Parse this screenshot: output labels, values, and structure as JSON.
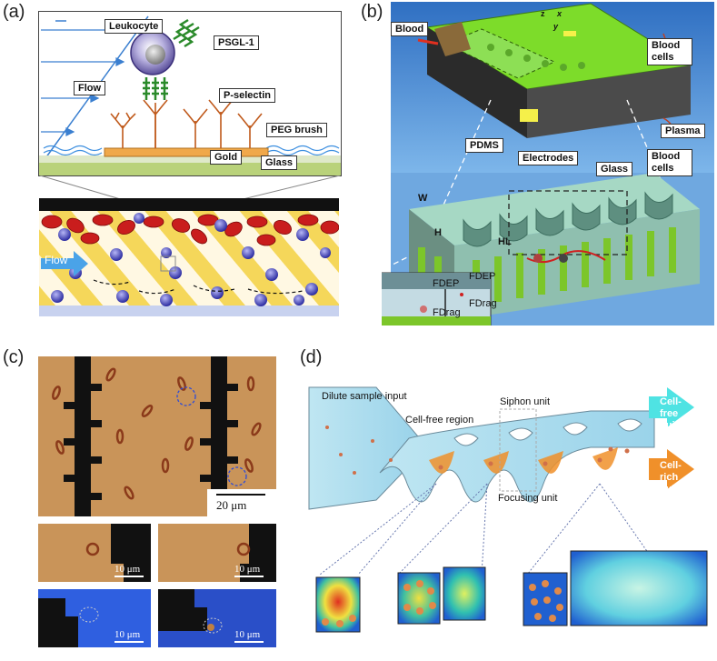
{
  "panels": {
    "a": {
      "tag": "(a)",
      "labels": {
        "leukocyte": "Leukocyte",
        "psgl": "PSGL-1",
        "flow_top": "Flow",
        "pselectin": "P-selectin",
        "peg": "PEG brush",
        "gold": "Gold",
        "glass": "Glass",
        "flow_bottom": "Flow"
      }
    },
    "b": {
      "tag": "(b)",
      "labels": {
        "blood": "Blood",
        "blood_cells_top": "Blood cells",
        "plasma": "Plasma",
        "pdms": "PDMS",
        "electrodes": "Electrodes",
        "glass": "Glass",
        "blood_cells_bottom": "Blood cells",
        "w": "W",
        "h": "H",
        "hl": "HL",
        "fdep_left": "FDEP",
        "fdrag_left": "FDrag",
        "fdep_right": "FDEP",
        "fdrag_right": "FDrag",
        "axis_x": "x",
        "axis_y": "y",
        "axis_z": "z"
      }
    },
    "c": {
      "tag": "(c)",
      "scales": {
        "main": "20 μm",
        "small1": "10 μm",
        "small2": "10 μm",
        "small3": "10 μm",
        "small4": "10 μm"
      }
    },
    "d": {
      "tag": "(d)",
      "labels": {
        "dilute": "Dilute sample input",
        "siphon": "Siphon unit",
        "cellfree_region": "Cell-free region",
        "cellfree_fluid": "Cell-free fluid",
        "cellrich_fluid": "Cell-rich fluid",
        "focusing": "Focusing unit"
      }
    }
  },
  "colors": {
    "bright_green": "#7ddc2a",
    "blue_bg": "#4f8fd3",
    "tan_bg": "#c68f55",
    "microscope_blue": "#2f5fe0",
    "cyan_arrow": "#4fe3e3",
    "orange_arrow": "#f0902a"
  }
}
